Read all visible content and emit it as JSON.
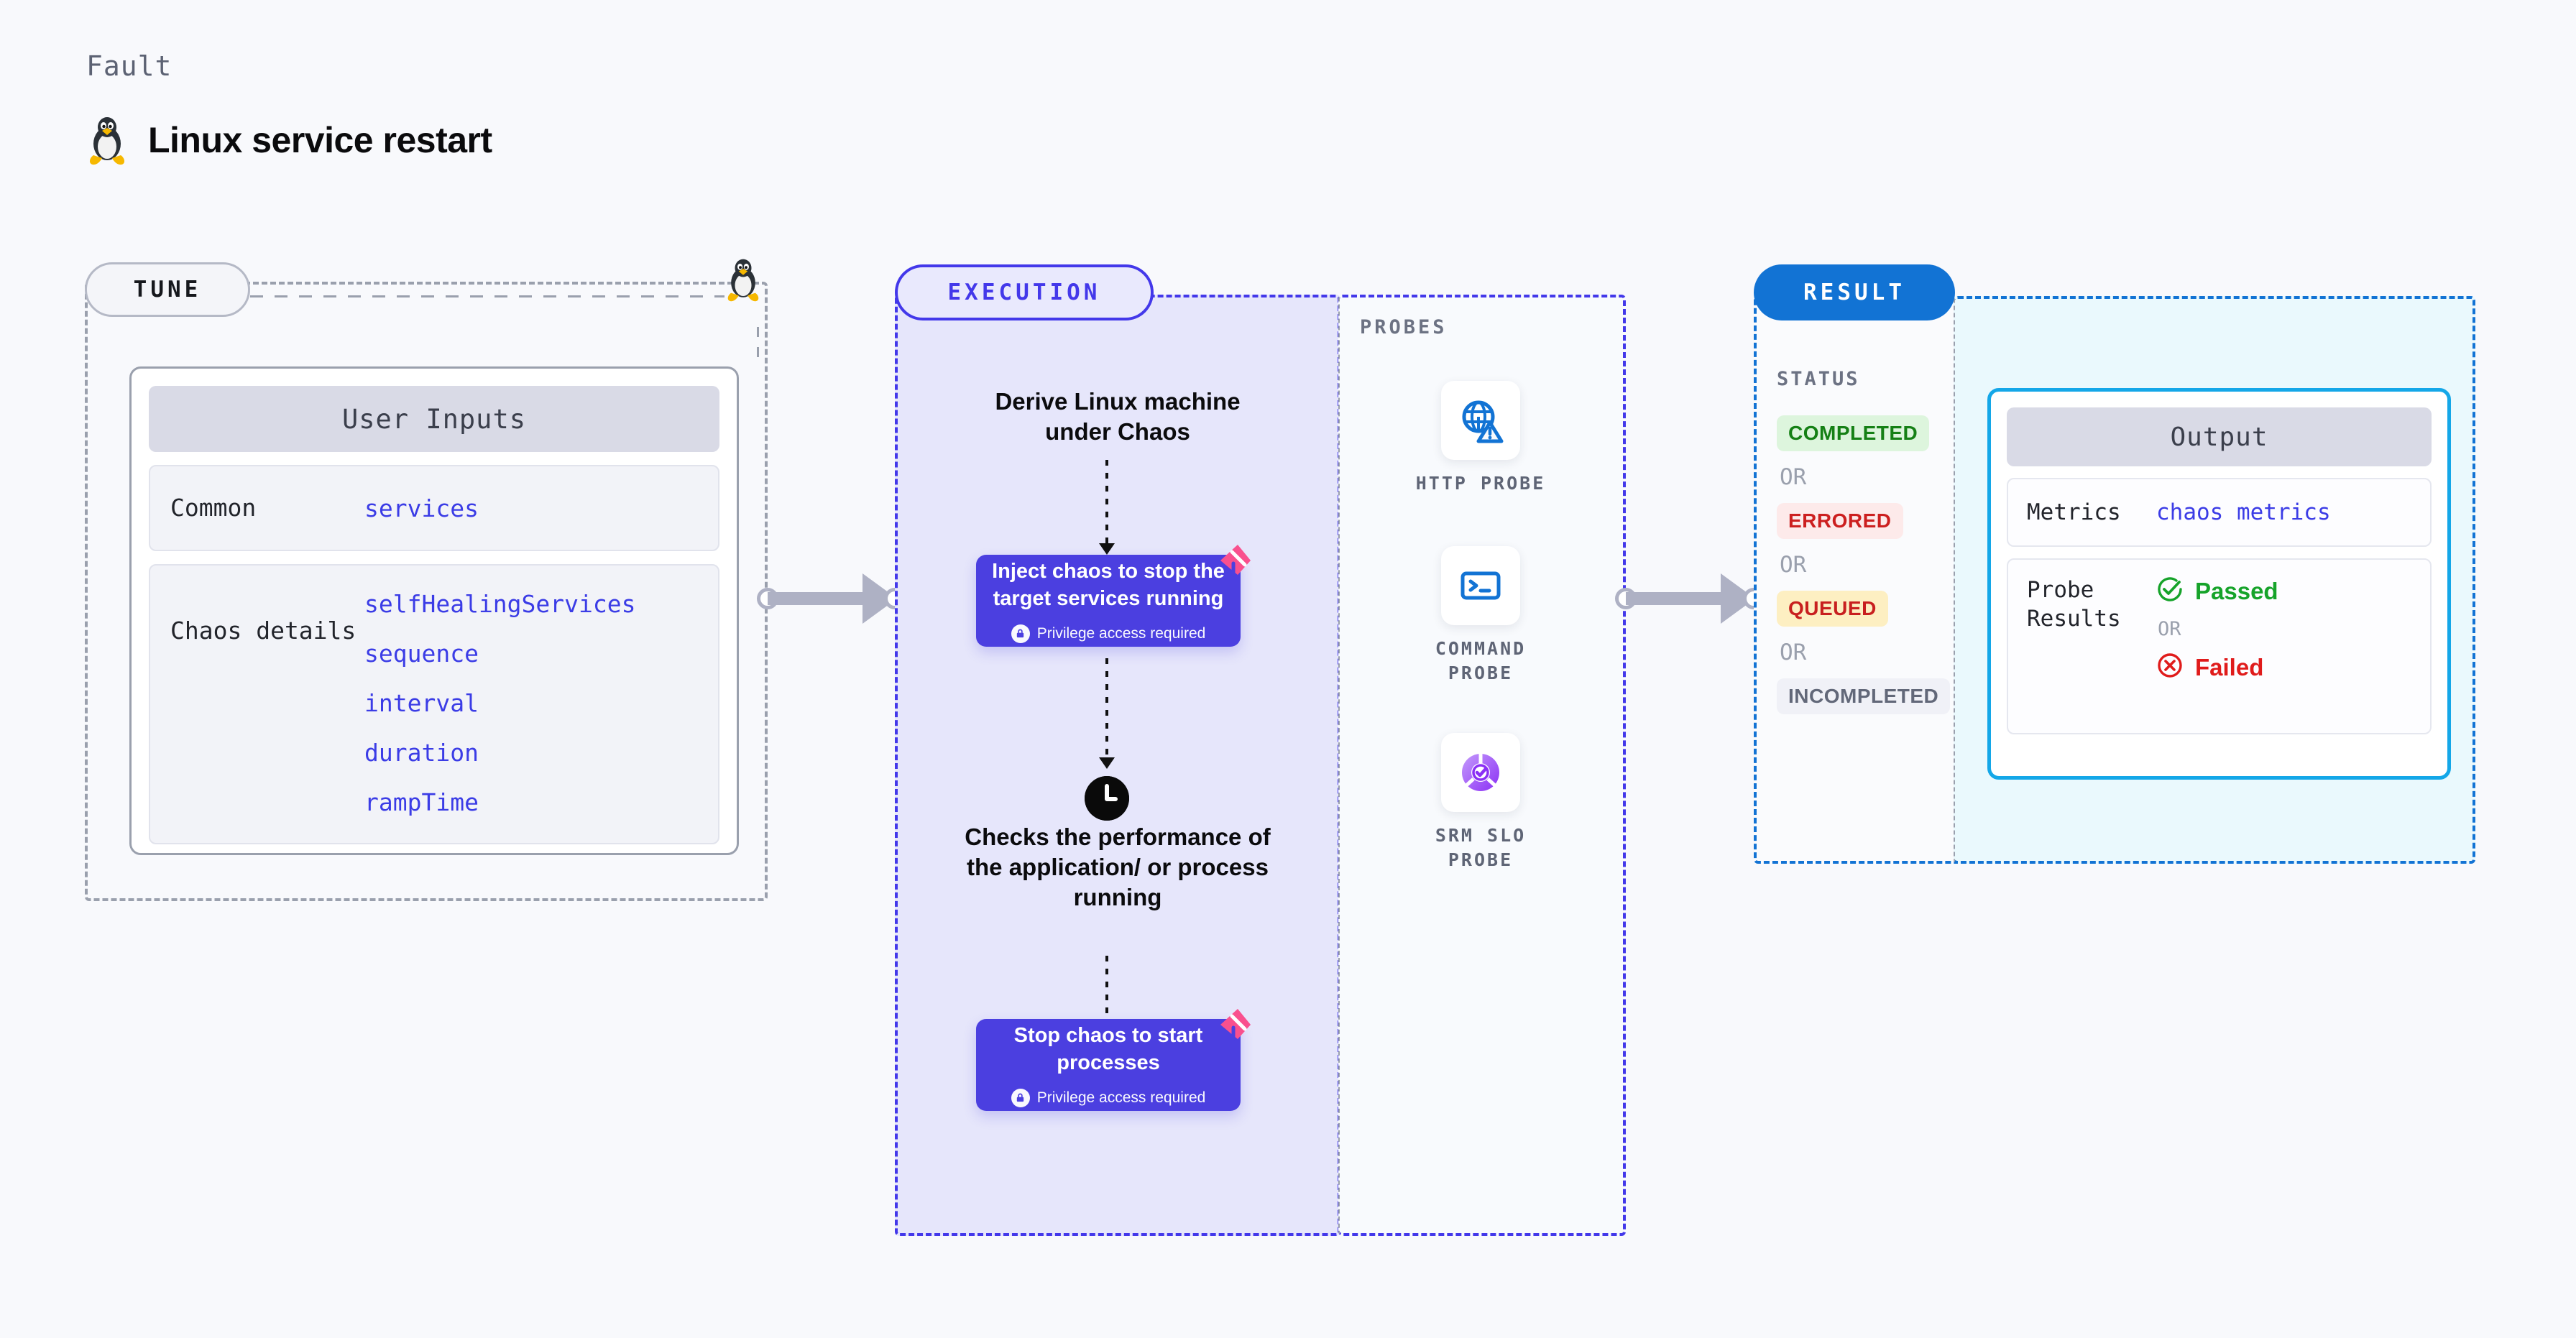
{
  "header": {
    "kicker": "Fault",
    "title": "Linux service restart",
    "icon": "linux-penguin-icon"
  },
  "tune": {
    "pill_label": "TUNE",
    "card_title": "User Inputs",
    "rows": [
      {
        "key": "Common",
        "values": [
          "services"
        ]
      },
      {
        "key": "Chaos details",
        "values": [
          "selfHealingServices",
          "sequence",
          "interval",
          "duration",
          "rampTime"
        ]
      }
    ]
  },
  "execution": {
    "pill_label": "EXECUTION",
    "steps": [
      {
        "type": "text",
        "label": "Derive Linux machine under Chaos"
      },
      {
        "type": "chaos-box",
        "label": "Inject chaos to stop the target services running",
        "note": "Privilege access required"
      },
      {
        "type": "text",
        "label": "Checks the performance of the application/ or process running",
        "icon": "clock-icon"
      },
      {
        "type": "chaos-box",
        "label": "Stop chaos to start processes",
        "note": "Privilege access required"
      }
    ]
  },
  "probes": {
    "label": "PROBES",
    "items": [
      {
        "name": "HTTP PROBE",
        "icon": "globe-warning-icon"
      },
      {
        "name": "COMMAND PROBE",
        "icon": "terminal-icon"
      },
      {
        "name": "SRM SLO PROBE",
        "icon": "slo-check-icon"
      }
    ]
  },
  "result": {
    "pill_label": "RESULT",
    "status_label": "STATUS",
    "or_label": "OR",
    "statuses": [
      {
        "label": "COMPLETED",
        "bg": "#ddf5dd",
        "fg": "#158015"
      },
      {
        "label": "ERRORED",
        "bg": "#fdeaea",
        "fg": "#cc1f1f"
      },
      {
        "label": "QUEUED",
        "bg": "#fdefc2",
        "fg": "#c81f1f"
      },
      {
        "label": "INCOMPLETED",
        "bg": "#f0f1f7",
        "fg": "#626879"
      }
    ]
  },
  "output": {
    "card_title": "Output",
    "metrics_key": "Metrics",
    "metrics_value": "chaos metrics",
    "probe_results_key": "Probe Results",
    "passed_label": "Passed",
    "or_label": "OR",
    "failed_label": "Failed",
    "passed_color": "#16a32a",
    "failed_color": "#e01b1b"
  },
  "colors": {
    "accent_purple": "#4338ea",
    "accent_blue": "#1273d4",
    "chaos_box": "#4b3fe0",
    "link": "#3b3ce6",
    "muted": "#9aa0ad"
  }
}
